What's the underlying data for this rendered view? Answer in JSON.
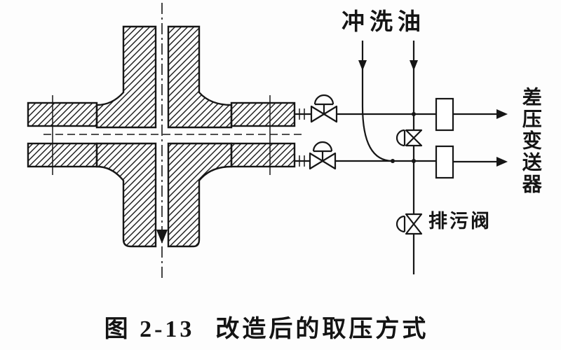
{
  "labels": {
    "flushing_oil": "冲洗油",
    "dp_transmitter": "差压变送器",
    "drain_valve": "排污阀"
  },
  "caption": {
    "number": "图 2-13",
    "title": "改造后的取压方式"
  },
  "colors": {
    "ink": "#161616",
    "background": "#fdfdfd"
  }
}
